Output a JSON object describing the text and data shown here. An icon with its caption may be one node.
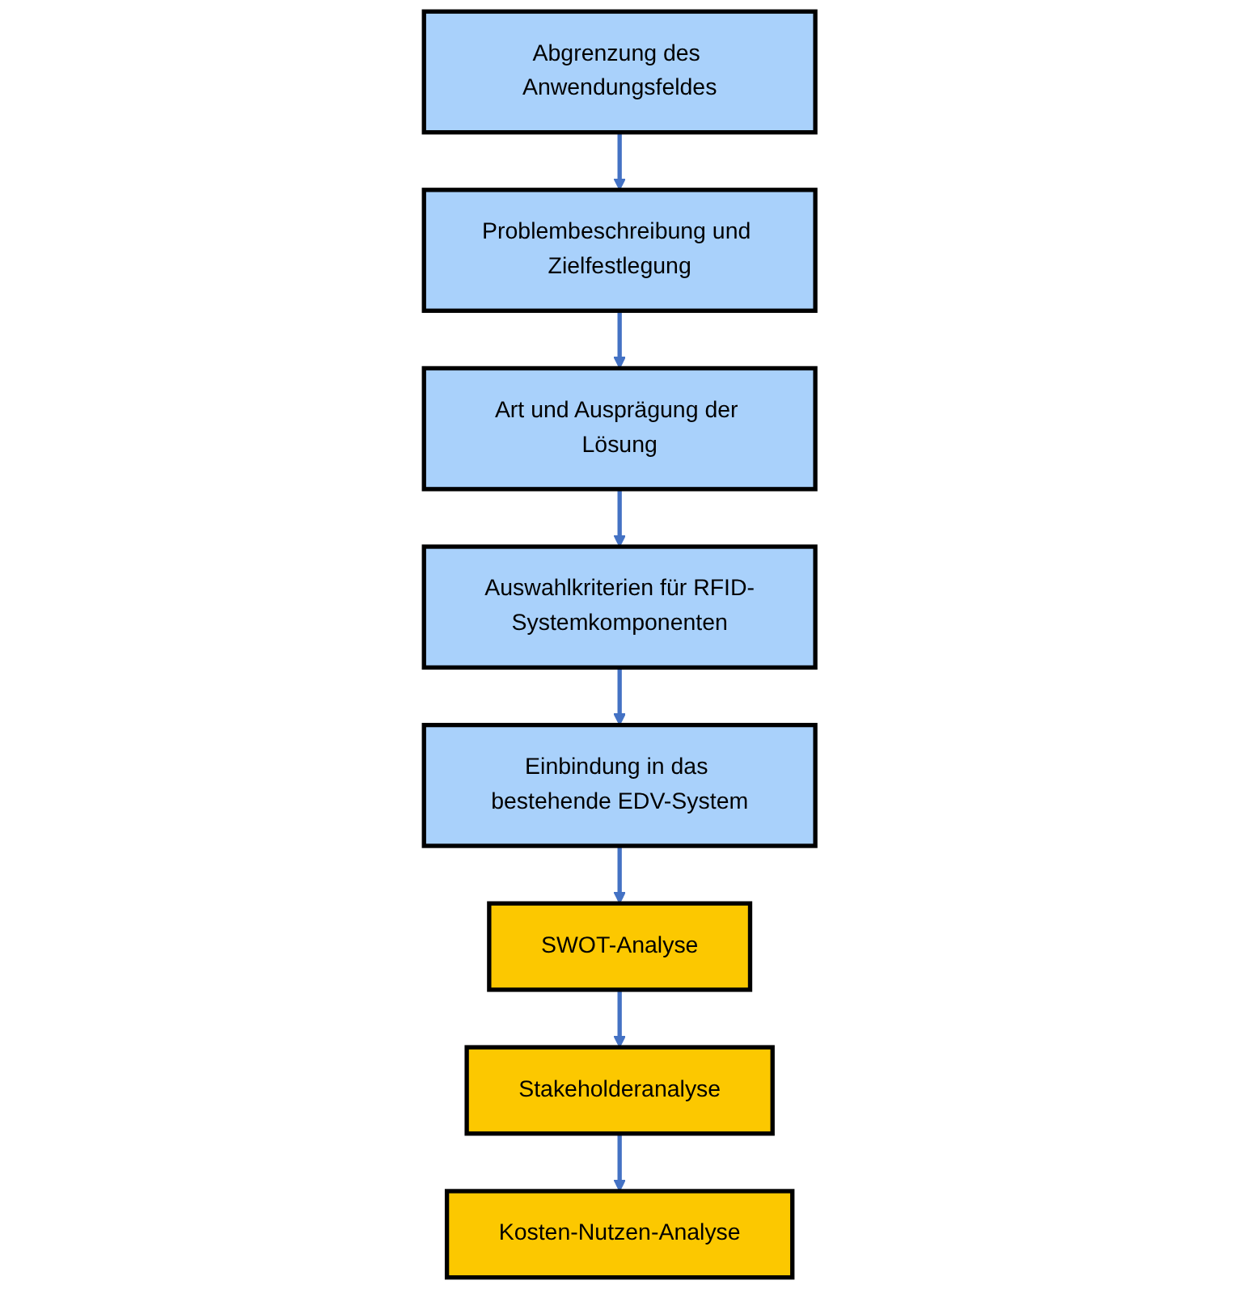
{
  "diagram": {
    "nodes": [
      {
        "text": [
          "Abgrenzung des Anwendungsfeldes"
        ]
      },
      {
        "text": [
          "Problembeschreibung und Zielfestlegung"
        ]
      },
      {
        "text": [
          "Art und Ausprägung der Lösung"
        ]
      },
      {
        "text": [
          "Auswahlkriterien für RFID-Systemkomponenten"
        ]
      },
      {
        "text": [
          "Einbindung in das bestehende EDV-System"
        ]
      },
      {
        "text": [
          "SWOT-Analyse"
        ]
      },
      {
        "text": [
          "Stakeholderanalyse"
        ]
      },
      {
        "text": [
          "Kosten-Nutzen-Analyse"
        ]
      }
    ],
    "edges": [
      {
        "from": 0,
        "to": 1,
        "arrow": "to"
      },
      {
        "from": 1,
        "to": 2,
        "arrow": "to"
      },
      {
        "from": 2,
        "to": 3,
        "arrow": "to"
      },
      {
        "from": 3,
        "to": 4,
        "arrow": "to"
      },
      {
        "from": 4,
        "to": 5,
        "arrow": "to"
      },
      {
        "from": 5,
        "to": 6,
        "arrow": "to"
      },
      {
        "from": 6,
        "to": 7,
        "arrow": "to"
      }
    ]
  }
}
